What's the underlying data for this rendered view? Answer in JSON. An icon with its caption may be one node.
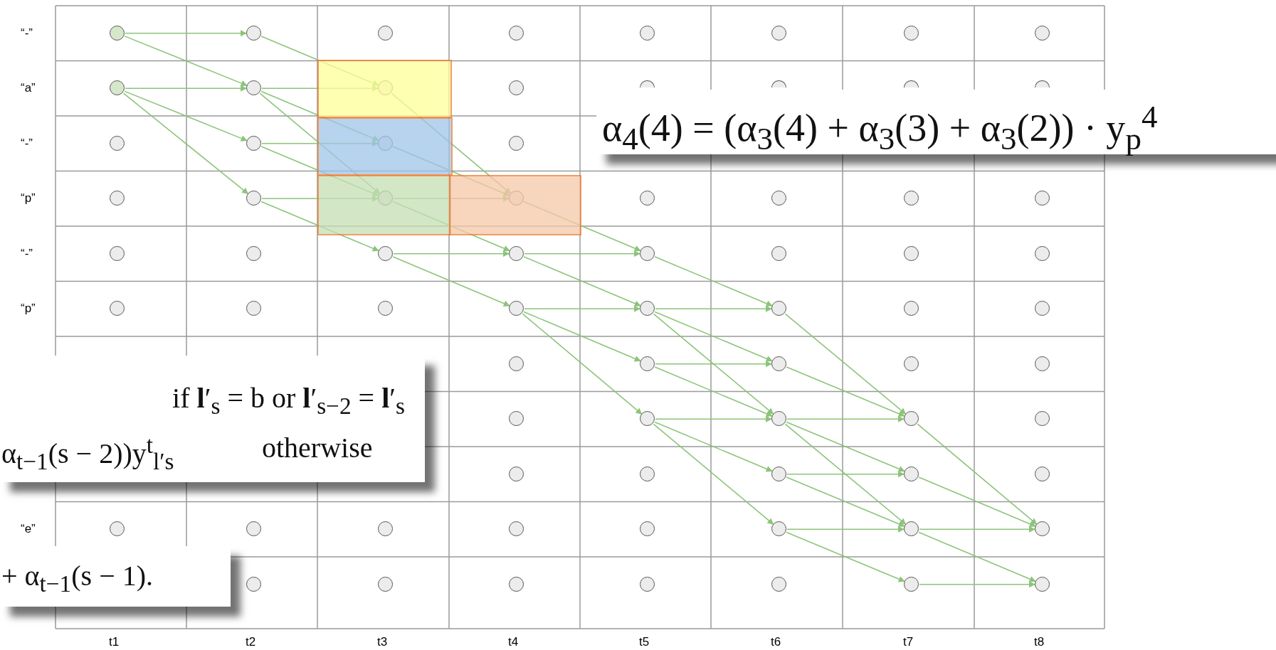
{
  "diagram": {
    "nodes": [
      {
        "text": [],
        "shape": "circle"
      },
      {
        "text": [],
        "shape": "circle"
      },
      {
        "text": [],
        "shape": "circle"
      },
      {
        "text": [],
        "shape": "circle"
      },
      {
        "text": [],
        "shape": "circle"
      },
      {
        "text": [],
        "shape": "circle"
      },
      {
        "text": [],
        "shape": "circle"
      },
      {
        "text": [],
        "shape": "circle"
      },
      {
        "text": [],
        "shape": "circle"
      },
      {
        "text": [],
        "shape": "circle"
      },
      {
        "text": [],
        "shape": "circle"
      },
      {
        "text": [],
        "shape": "circle"
      },
      {
        "text": [],
        "shape": "circle"
      },
      {
        "text": [],
        "shape": "circle"
      },
      {
        "text": [],
        "shape": "circle"
      },
      {
        "text": [],
        "shape": "circle"
      },
      {
        "text": [],
        "shape": "circle"
      },
      {
        "text": [],
        "shape": "circle"
      },
      {
        "text": [],
        "shape": "circle"
      },
      {
        "text": [],
        "shape": "circle"
      },
      {
        "text": [],
        "shape": "circle"
      },
      {
        "text": [],
        "shape": "circle"
      },
      {
        "text": [],
        "shape": "circle"
      },
      {
        "text": [],
        "shape": "circle"
      },
      {
        "text": [],
        "shape": "circle"
      },
      {
        "text": [],
        "shape": "circle"
      },
      {
        "text": [],
        "shape": "circle"
      },
      {
        "text": [],
        "shape": "circle"
      },
      {
        "text": [],
        "shape": "circle"
      },
      {
        "text": [],
        "shape": "circle"
      },
      {
        "text": [],
        "shape": "circle"
      },
      {
        "text": [],
        "shape": "circle"
      },
      {
        "text": [],
        "shape": "circle"
      },
      {
        "text": [],
        "shape": "circle"
      },
      {
        "text": [],
        "shape": "circle"
      },
      {
        "text": [],
        "shape": "circle"
      },
      {
        "text": [],
        "shape": "circle"
      },
      {
        "text": [],
        "shape": "circle"
      },
      {
        "text": [],
        "shape": "circle"
      },
      {
        "text": [],
        "shape": "circle"
      },
      {
        "text": [],
        "shape": "circle"
      },
      {
        "text": [],
        "shape": "circle"
      },
      {
        "text": [],
        "shape": "circle"
      },
      {
        "text": [],
        "shape": "circle"
      },
      {
        "text": [],
        "shape": "circle"
      },
      {
        "text": [],
        "shape": "circle"
      },
      {
        "text": [],
        "shape": "circle"
      },
      {
        "text": [],
        "shape": "circle"
      },
      {
        "text": [],
        "shape": "circle"
      },
      {
        "text": [],
        "shape": "circle"
      },
      {
        "text": [],
        "shape": "circle"
      },
      {
        "text": [],
        "shape": "circle"
      },
      {
        "text": [],
        "shape": "circle"
      },
      {
        "text": [],
        "shape": "circle"
      },
      {
        "text": [],
        "shape": "circle"
      },
      {
        "text": [],
        "shape": "circle"
      },
      {
        "text": [],
        "shape": "circle"
      },
      {
        "text": [],
        "shape": "circle"
      },
      {
        "text": [],
        "shape": "circle"
      },
      {
        "text": [],
        "shape": "circle"
      },
      {
        "text": [],
        "shape": "circle"
      },
      {
        "text": [],
        "shape": "circle"
      },
      {
        "text": [],
        "shape": "circle"
      },
      {
        "text": [],
        "shape": "circle"
      },
      {
        "text": [],
        "shape": "circle"
      },
      {
        "text": [],
        "shape": "circle"
      },
      {
        "text": [],
        "shape": "circle"
      },
      {
        "text": [],
        "shape": "circle"
      },
      {
        "text": [],
        "shape": "circle"
      },
      {
        "text": [],
        "shape": "circle"
      },
      {
        "text": [],
        "shape": "circle"
      },
      {
        "text": [],
        "shape": "circle"
      },
      {
        "text": [],
        "shape": "circle"
      },
      {
        "text": [],
        "shape": "circle"
      }
    ],
    "edges": [
      {
        "from": 0,
        "to": 1,
        "arrow": "to"
      },
      {
        "from": 0,
        "to": 9,
        "arrow": "to"
      },
      {
        "from": 8,
        "to": 9,
        "arrow": "to"
      },
      {
        "from": 8,
        "to": 17,
        "arrow": "to"
      },
      {
        "from": 8,
        "to": 21,
        "arrow": "to"
      },
      {
        "from": 1,
        "to": 10,
        "arrow": "to"
      },
      {
        "from": 9,
        "to": 10,
        "arrow": "to"
      },
      {
        "from": 9,
        "to": 18,
        "arrow": "to"
      },
      {
        "from": 9,
        "to": 22,
        "arrow": "to"
      },
      {
        "from": 17,
        "to": 18,
        "arrow": "to"
      },
      {
        "from": 17,
        "to": 22,
        "arrow": "to"
      },
      {
        "from": 21,
        "to": 22,
        "arrow": "to"
      },
      {
        "from": 21,
        "to": 30,
        "arrow": "to"
      },
      {
        "from": 10,
        "to": 23,
        "arrow": "to"
      },
      {
        "from": 18,
        "to": 23,
        "arrow": "to"
      },
      {
        "from": 22,
        "to": 23,
        "arrow": "to"
      },
      {
        "from": 22,
        "to": 31,
        "arrow": "to"
      },
      {
        "from": 30,
        "to": 31,
        "arrow": "to"
      },
      {
        "from": 30,
        "to": 39,
        "arrow": "to"
      },
      {
        "from": 23,
        "to": 32,
        "arrow": "to"
      },
      {
        "from": 31,
        "to": 32,
        "arrow": "to"
      },
      {
        "from": 31,
        "to": 40,
        "arrow": "to"
      },
      {
        "from": 39,
        "to": 40,
        "arrow": "to"
      },
      {
        "from": 39,
        "to": 45,
        "arrow": "to"
      },
      {
        "from": 39,
        "to": 50,
        "arrow": "to"
      },
      {
        "from": 32,
        "to": 41,
        "arrow": "to"
      },
      {
        "from": 40,
        "to": 41,
        "arrow": "to"
      },
      {
        "from": 40,
        "to": 46,
        "arrow": "to"
      },
      {
        "from": 40,
        "to": 51,
        "arrow": "to"
      },
      {
        "from": 45,
        "to": 46,
        "arrow": "to"
      },
      {
        "from": 45,
        "to": 51,
        "arrow": "to"
      },
      {
        "from": 50,
        "to": 51,
        "arrow": "to"
      },
      {
        "from": 50,
        "to": 56,
        "arrow": "to"
      },
      {
        "from": 50,
        "to": 64,
        "arrow": "to"
      },
      {
        "from": 41,
        "to": 52,
        "arrow": "to"
      },
      {
        "from": 46,
        "to": 52,
        "arrow": "to"
      },
      {
        "from": 51,
        "to": 52,
        "arrow": "to"
      },
      {
        "from": 51,
        "to": 57,
        "arrow": "to"
      },
      {
        "from": 51,
        "to": 65,
        "arrow": "to"
      },
      {
        "from": 56,
        "to": 57,
        "arrow": "to"
      },
      {
        "from": 56,
        "to": 65,
        "arrow": "to"
      },
      {
        "from": 64,
        "to": 65,
        "arrow": "to"
      },
      {
        "from": 64,
        "to": 72,
        "arrow": "to"
      },
      {
        "from": 52,
        "to": 66,
        "arrow": "to"
      },
      {
        "from": 57,
        "to": 66,
        "arrow": "to"
      },
      {
        "from": 65,
        "to": 66,
        "arrow": "to"
      },
      {
        "from": 65,
        "to": 73,
        "arrow": "to"
      },
      {
        "from": 72,
        "to": 73,
        "arrow": "to"
      }
    ],
    "labels": [
      "“-”",
      "“a”",
      "α$_{4}$(4) = (α$_{3}$(4) + α$_{3}$(3) + α$_{3}$(2)) · y$_{p}$$^{4}$",
      "“-”",
      "“p”",
      "“-”",
      "“p”",
      "if **l**′$_{s}$ = b or **l**′$_{s−2}$ = **l**′$_{s}$",
      "α$_{t−1}$(s − 2))y$^{t}$$_{l′s}$",
      "otherwise",
      "“e”",
      "+ α$_{t−1}$(s − 1).",
      "t1",
      "t2",
      "t3",
      "t4",
      "t5",
      "t6",
      "t7",
      "t8"
    ]
  }
}
